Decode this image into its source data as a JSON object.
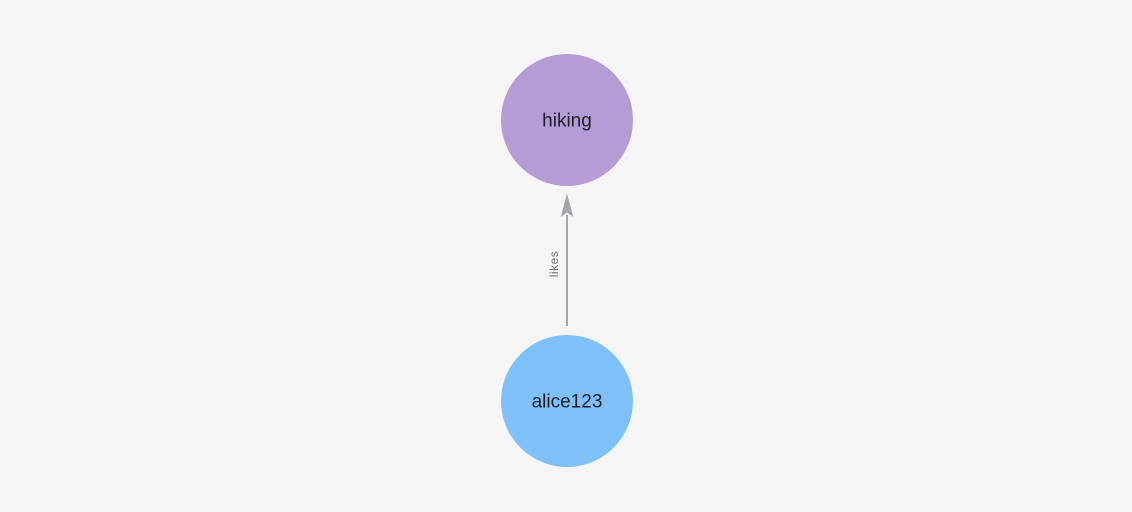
{
  "canvas": {
    "background_color": "#f5f5f6"
  },
  "graph": {
    "nodes": [
      {
        "id": "hiking",
        "label": "hiking",
        "color": "#b69cd6",
        "label_color": "#1f1f28"
      },
      {
        "id": "alice123",
        "label": "alice123",
        "color": "#7dc1f8",
        "label_color": "#1f1f28"
      }
    ],
    "edges": [
      {
        "from": "alice123",
        "to": "hiking",
        "label": "likes",
        "directed": true,
        "color": "#a4a4ac",
        "label_color": "#70707a"
      }
    ]
  }
}
